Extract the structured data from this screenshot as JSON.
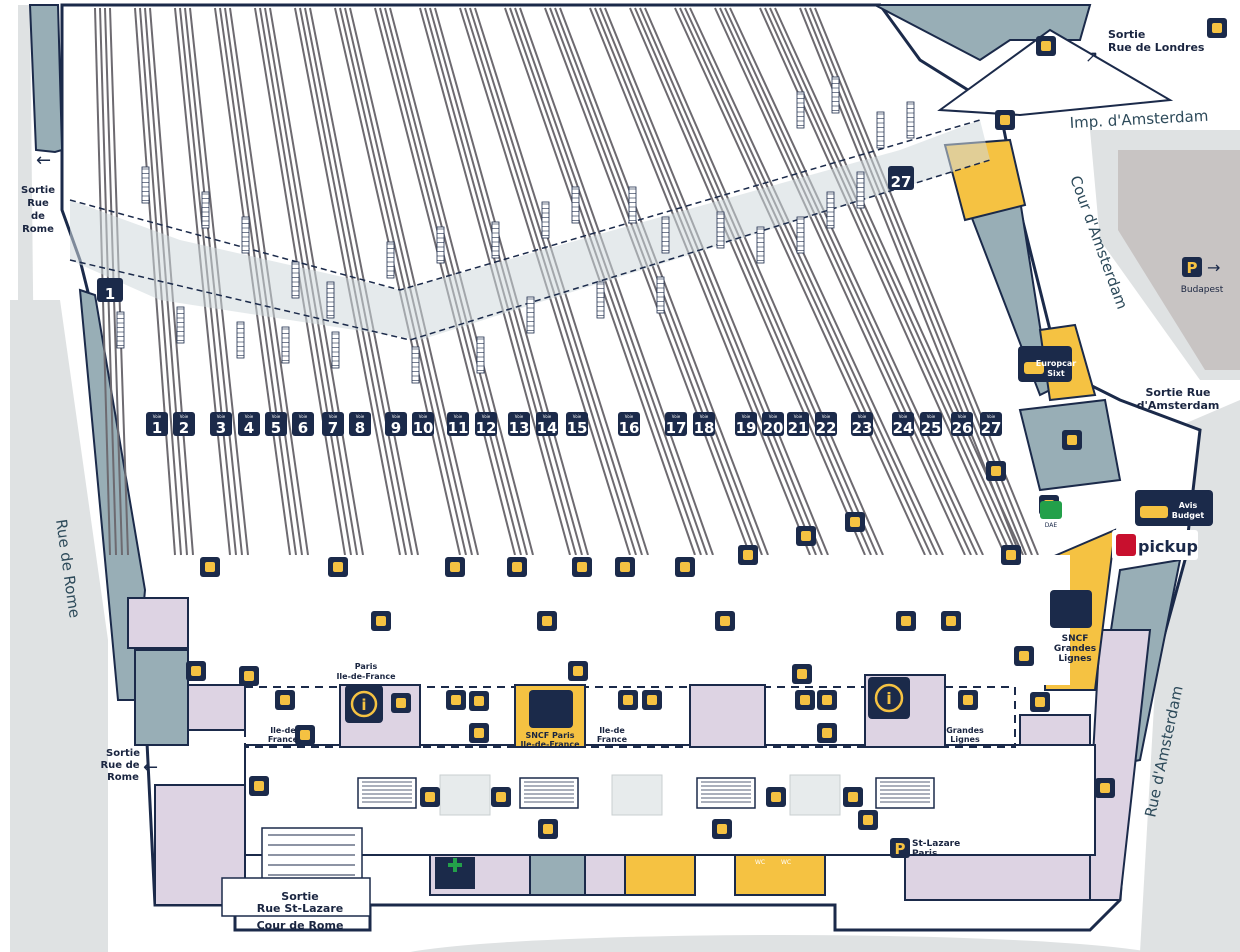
{
  "exits": {
    "rue_de_londres": [
      "Sortie",
      "Rue de Londres"
    ],
    "rue_de_rome_top": [
      "Sortie",
      "Rue",
      "de",
      "Rome"
    ],
    "rue_d_amsterdam": [
      "Sortie Rue",
      "d'Amsterdam"
    ],
    "rue_de_rome_bottom": [
      "Sortie",
      "Rue de",
      "Rome"
    ],
    "rue_st_lazare": [
      "Sortie",
      "Rue St-Lazare"
    ]
  },
  "streets": {
    "imp_amsterdam": "Imp. d'Amsterdam",
    "cour_amsterdam": "Cour d'Amsterdam",
    "rue_de_rome": "Rue de Rome",
    "rue_amsterdam": "Rue d'Amsterdam",
    "cour_de_rome": "Cour de Rome"
  },
  "parking": {
    "budapest": "Budapest",
    "st_lazare": [
      "St-Lazare",
      "Paris"
    ],
    "symbol": "P"
  },
  "services": {
    "europcar": [
      "Europcar",
      "Sixt"
    ],
    "avis": [
      "Avis",
      "Budget"
    ],
    "pickup": "pickup",
    "dae": "DAE",
    "sncf_grandes_lignes": [
      "SNCF",
      "Grandes",
      "Lignes"
    ],
    "sncf_idf": [
      "SNCF Paris",
      "Ile-de-France"
    ],
    "paris_idf": [
      "Paris",
      "Ile-de-France"
    ],
    "ile_de_france_1": [
      "Ile-de",
      "France"
    ],
    "ile_de_france_2": [
      "Ile-de",
      "France"
    ],
    "grandes_lignes": [
      "Grandes",
      "Lignes"
    ],
    "wc": "WC"
  },
  "tracks": {
    "label_word": "Voie",
    "row": [
      "1",
      "2",
      "3",
      "4",
      "5",
      "6",
      "7",
      "8",
      "9",
      "10",
      "11",
      "12",
      "13",
      "14",
      "15",
      "16",
      "17",
      "18",
      "19",
      "20",
      "21",
      "22",
      "23",
      "24",
      "25",
      "26",
      "27"
    ],
    "top_27": "27",
    "top_1": "1"
  },
  "colors": {
    "navy": "#1b2a4a",
    "yellow": "#f5c242",
    "teal": "#98aeb6",
    "lilac": "#ddd3e3",
    "lightgray": "#dfe2e3"
  },
  "icons": [
    "escalator-icon",
    "phone-icon",
    "vending-icon",
    "info-icon",
    "ticket-icon",
    "shop-icon",
    "cafe-icon",
    "atm-icon",
    "toilet-icon",
    "pharmacy-icon",
    "lockers-icon",
    "waiting-icon",
    "bike-icon",
    "car-icon",
    "arrow-icon"
  ]
}
